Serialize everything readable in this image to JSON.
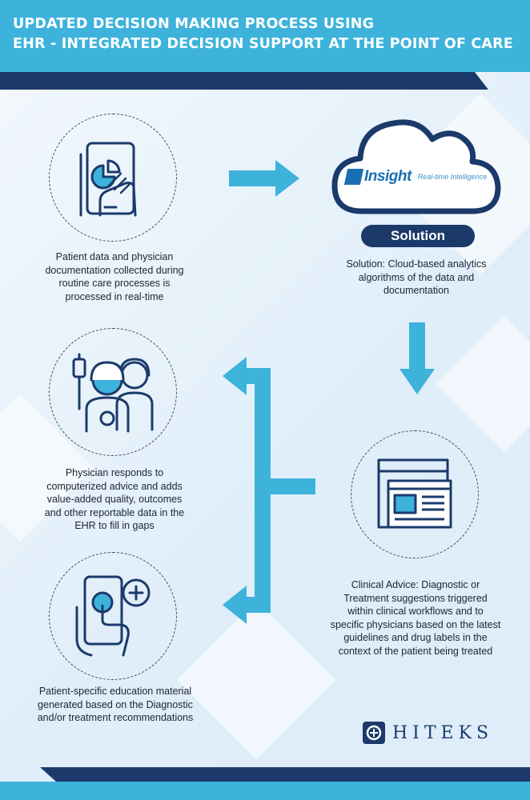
{
  "header": {
    "title_line1": "UPDATED DECISION MAKING PROCESS USING",
    "title_line2": "EHR - INTEGRATED DECISION SUPPORT AT THE POINT OF CARE"
  },
  "steps": {
    "patient_data": "Patient data and physician documentation collected during routine care processes is processed in real-time",
    "solution": "Solution: Cloud-based analytics algorithms of the data and documentation",
    "physician_responds": "Physician responds to computerized advice and adds value-added quality, outcomes and other reportable data in the EHR to fill in gaps",
    "clinical_advice": "Clinical Advice: Diagnostic or Treatment suggestions triggered within clinical workflows and to specific physicians based on the latest guidelines and drug labels in the context of the patient being treated",
    "education": "Patient-specific education material generated based on the Diagnostic and/or treatment recommendations"
  },
  "cloud": {
    "brand": "Insight",
    "tagline": "Real-time Intelligence"
  },
  "solution_label": "Solution",
  "logo": {
    "text": "HITEKS"
  },
  "colors": {
    "header_blue": "#3db3dc",
    "navy": "#1b3a6b",
    "arrow_blue": "#3db3dc"
  }
}
